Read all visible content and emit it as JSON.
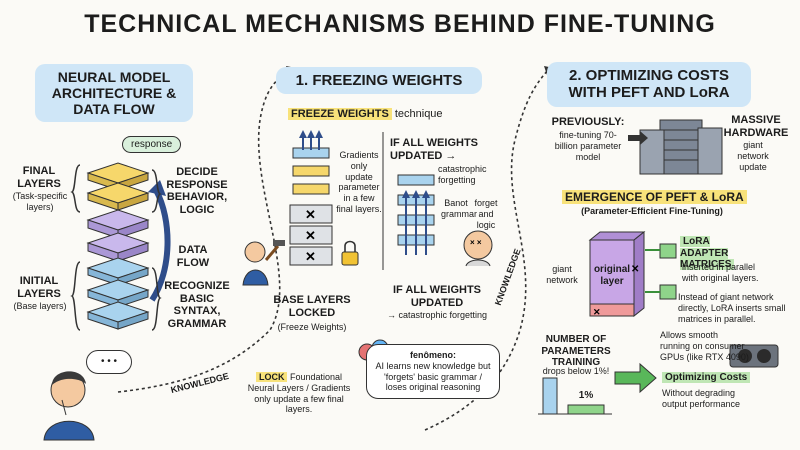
{
  "title": "TECHNICAL MECHANISMS BEHIND FINE-TUNING",
  "section1": {
    "header": "NEURAL MODEL ARCHITECTURE & DATA FLOW",
    "response_bubble": "response",
    "final_layers": "FINAL LAYERS",
    "final_layers_sub": "(Task-specific layers)",
    "decide": "DECIDE RESPONSE BEHAVIOR, LOGIC",
    "data_flow": "DATA FLOW",
    "initial_layers": "INITIAL LAYERS",
    "initial_layers_sub": "(Base layers)",
    "recognize": "RECOGNIZE BASIC SYNTAX, GRAMMAR",
    "thought": "• • •"
  },
  "section2": {
    "header": "1. FREEZING WEIGHTS",
    "subtitle_hl": "FREEZE WEIGHTS",
    "subtitle_rest": " technique",
    "gradients_note": "Gradients only update parameter in a few final layers.",
    "base_locked": "BASE LAYERS LOCKED",
    "base_locked_sub": "(Freeze Weights)",
    "lock_hl": "LOCK",
    "lock_rest": " Foundational Neural Layers / Gradients only update a few final layers.",
    "if_all_top": "IF ALL WEIGHTS UPDATED →",
    "catastrophic_top": "catastrophic forgetting",
    "banot": "Banot grammar",
    "forget_logic": "forget and logic",
    "if_all_bottom": "IF ALL WEIGHTS UPDATED",
    "catastrophic_bottom": "→ catastrophic forgetting",
    "fen_title": "fenômeno:",
    "fen_text": "AI learns new knowledge but 'forgets' basic grammar / loses original reasoning"
  },
  "section3": {
    "header": "2. OPTIMIZING COSTS WITH PEFT AND LoRA",
    "previously": "PREVIOUSLY:",
    "previously_sub": "fine-tuning 70-billion parameter model",
    "massive": "MASSIVE HARDWARE",
    "giant_update": "giant network update",
    "emergence_hl": "EMERGENCE OF PEFT & LoRA",
    "emergence_sub": "(Parameter-Efficient Fine-Tuning)",
    "giant_network": "giant network",
    "original_layer": "original layer",
    "lora_hl": "LoRA ADAPTER MATRICES",
    "lora_sub": "inserted in parallel with original layers.",
    "instead": "Instead of giant network directly, LoRA inserts small matrices in parallel.",
    "num_params": "NUMBER OF PARAMETERS TRAINING",
    "drops": "drops below 1%!",
    "one_pct": "1%",
    "allows": "Allows smooth running on consumer GPUs (like RTX 4090)",
    "optimizing_hl": "Optimizing Costs",
    "without": "Without degrading output performance"
  },
  "knowledge_label": "KNOWLEDGE",
  "colors": {
    "header_bg": "#cfe6f7",
    "highlight_yellow": "#f8e27a",
    "highlight_green": "#bfe6b4",
    "layer_yellow": "#f6d76b",
    "layer_purple": "#c9b8ec",
    "layer_blue": "#a9d3ee",
    "lora_green": "#8fd48a",
    "original_purple": "#c8a6e6",
    "original_red": "#ef9a9a"
  }
}
